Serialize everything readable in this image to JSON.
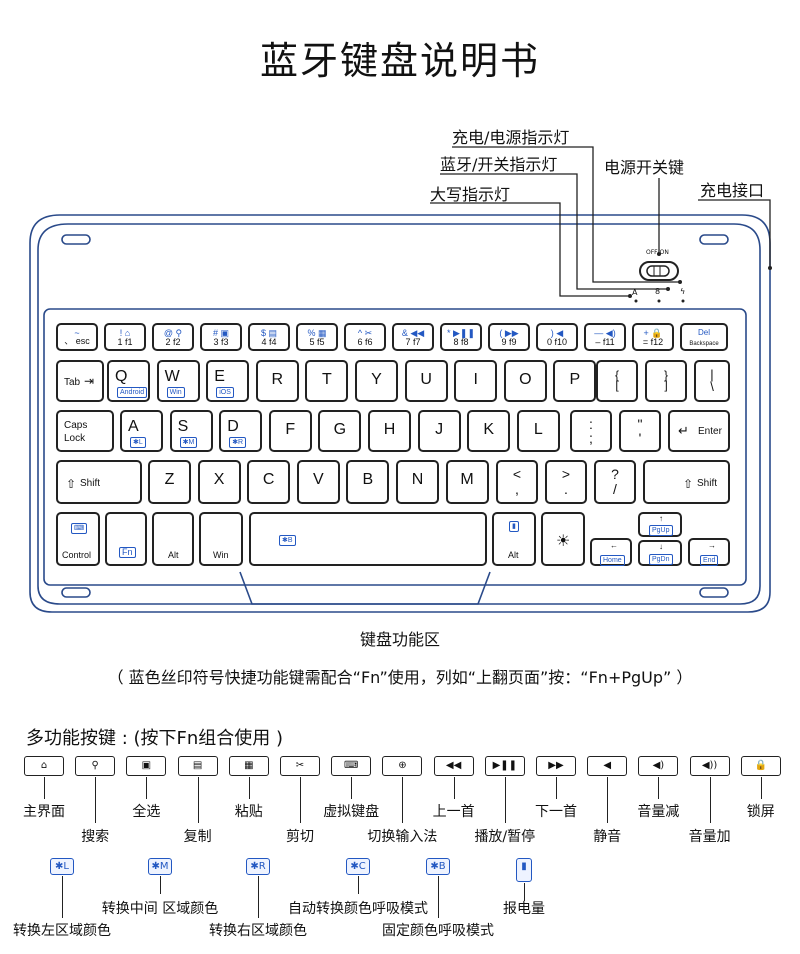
{
  "title": "蓝牙键盘说明书",
  "callouts": {
    "charge_power_led": "充电/电源指示灯",
    "bt_switch_led": "蓝牙/开关指示灯",
    "power_switch": "电源开关键",
    "caps_led": "大写指示灯",
    "charge_port": "充电接口",
    "off_on": "OFF/ON",
    "led_a": "A",
    "led_bt": "8",
    "led_charge": "ϟ"
  },
  "row1": [
    {
      "top": "~",
      "bot": "、  esc"
    },
    {
      "top": "! ⌂",
      "bot": "1   f1"
    },
    {
      "top": "@ ⚲",
      "bot": "2   f2"
    },
    {
      "top": "# ▣",
      "bot": "3   f3"
    },
    {
      "top": "$ ▤",
      "bot": "4   f4"
    },
    {
      "top": "% ▦",
      "bot": "5   f5"
    },
    {
      "top": "^ ✂",
      "bot": "6   f6"
    },
    {
      "top": "& ◀◀",
      "bot": "7   f7"
    },
    {
      "top": "* ▶❚❚",
      "bot": "8   f8"
    },
    {
      "top": "( ▶▶",
      "bot": "9   f9"
    },
    {
      "top": ") ◀",
      "bot": "0  f10"
    },
    {
      "top": "— ◀)",
      "bot": "–  f11"
    },
    {
      "top": "+ 🔒",
      "bot": "=  f12"
    },
    {
      "top": "Del",
      "bot": "Backspace"
    }
  ],
  "row2": {
    "tab": "Tab",
    "keys": [
      "Q",
      "W",
      "E",
      "R",
      "T",
      "Y",
      "U",
      "I",
      "O",
      "P"
    ],
    "subs": {
      "Q": "Android",
      "W": "Win",
      "E": "iOS"
    },
    "brace1_top": "{",
    "brace1_bot": "[",
    "brace2_top": "}",
    "brace2_bot": "]",
    "pipe_top": "|",
    "pipe_bot": "\\"
  },
  "row3": {
    "caps1": "Caps",
    "caps2": "Lock",
    "keys": [
      "A",
      "S",
      "D",
      "F",
      "G",
      "H",
      "J",
      "K",
      "L"
    ],
    "subs": {
      "A": "✱L",
      "S": "✱M",
      "D": "✱R"
    },
    "semi_top": ":",
    "semi_bot": ";",
    "quote_top": "\"",
    "quote_bot": "'",
    "enter": "Enter"
  },
  "row4": {
    "shift_l": "Shift",
    "keys": [
      "Z",
      "X",
      "C",
      "V",
      "B",
      "N",
      "M"
    ],
    "lt_top": "<",
    "lt_bot": ",",
    "gt_top": ">",
    "gt_bot": ".",
    "q_top": "?",
    "q_bot": "/",
    "shift_r": "Shift"
  },
  "row5": {
    "control": "Control",
    "fn": "Fn",
    "alt_l": "Alt",
    "win": "Win",
    "space_sub": "✱B",
    "alt_r": "Alt",
    "sun": "☀",
    "pgup": "PgUp",
    "home": "Home",
    "pgdn": "PgDn",
    "end": "End"
  },
  "caption": "键盘功能区",
  "note": "（ 蓝色丝印符号快捷功能键需配合“Fn”使用，列如“上翻页面”按：“Fn+PgUp” ）",
  "legend_title": "多功能按键 : (按下Fn组合使用 )",
  "legend_icons": [
    {
      "icon": "⌂",
      "label": "主界面"
    },
    {
      "icon": "⚲",
      "label": "搜索"
    },
    {
      "icon": "▣",
      "label": "全选"
    },
    {
      "icon": "▤",
      "label": "复制"
    },
    {
      "icon": "▦",
      "label": "粘贴"
    },
    {
      "icon": "✂",
      "label": "剪切"
    },
    {
      "icon": "⌨",
      "label": "虚拟键盘"
    },
    {
      "icon": "⊕",
      "label": "切换输入法"
    },
    {
      "icon": "◀◀",
      "label": "上一首"
    },
    {
      "icon": "▶❚❚",
      "label": "播放/暂停"
    },
    {
      "icon": "▶▶",
      "label": "下一首"
    },
    {
      "icon": "◀",
      "label": "静音"
    },
    {
      "icon": "◀)",
      "label": "音量减"
    },
    {
      "icon": "◀))",
      "label": "音量加"
    },
    {
      "icon": "🔒",
      "label": "锁屏"
    }
  ],
  "legend_blue": [
    {
      "icon": "✱L",
      "label": "转换左区域颜色"
    },
    {
      "icon": "✱M",
      "label": "转换中间 区域颜色"
    },
    {
      "icon": "✱R",
      "label": "转换右区域颜色"
    },
    {
      "icon": "✱C",
      "label": "自动转换颜色呼吸模式"
    },
    {
      "icon": "✱B",
      "label": "固定颜色呼吸模式"
    },
    {
      "icon": "▮",
      "label": "报电量"
    }
  ]
}
